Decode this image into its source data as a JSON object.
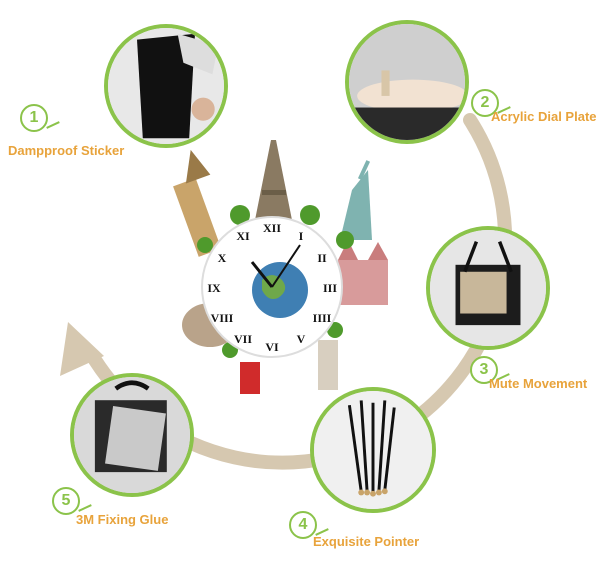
{
  "steps": [
    {
      "number": "1",
      "label": "Dampproof Sticker"
    },
    {
      "number": "2",
      "label": "Acrylic Dial Plate"
    },
    {
      "number": "3",
      "label": "Mute Movement"
    },
    {
      "number": "4",
      "label": "Exquisite Pointer"
    },
    {
      "number": "5",
      "label": "3M Fixing Glue"
    }
  ],
  "clock": {
    "numerals": [
      "XII",
      "I",
      "II",
      "III",
      "IIII",
      "V",
      "VI",
      "VII",
      "VIII",
      "IX",
      "X",
      "XI"
    ]
  },
  "colors": {
    "accent_label": "#e8a33b",
    "ring_green": "#8bc34a",
    "arrow": "#d6c8b0"
  }
}
